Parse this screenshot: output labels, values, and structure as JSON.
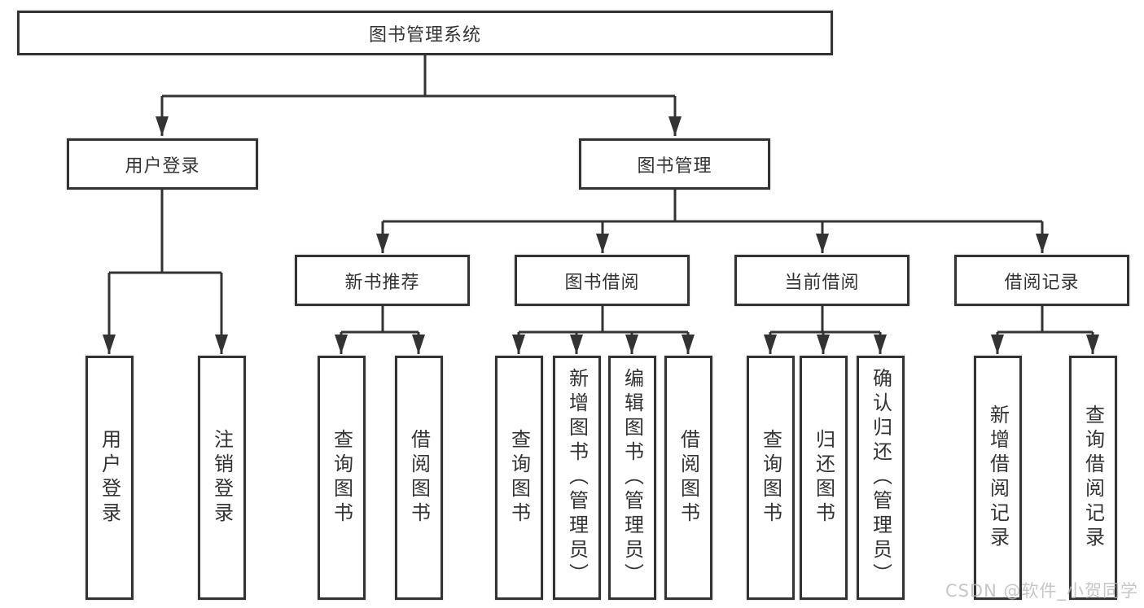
{
  "diagram": {
    "watermark": "CSDN @软件_小贺同学",
    "colors": {
      "line": "#333333",
      "box_border": "#333333",
      "text": "#333333",
      "watermark": "#b8b8b8",
      "background": "#ffffff"
    },
    "tree": {
      "label": "图书管理系统",
      "children": [
        {
          "label": "用户登录",
          "children": [
            {
              "label": "用户登录"
            },
            {
              "label": "注销登录"
            }
          ]
        },
        {
          "label": "图书管理",
          "children": [
            {
              "label": "新书推荐",
              "children": [
                {
                  "label": "查询图书"
                },
                {
                  "label": "借阅图书"
                }
              ]
            },
            {
              "label": "图书借阅",
              "children": [
                {
                  "label": "查询图书"
                },
                {
                  "label": "新增图书（管理员）"
                },
                {
                  "label": "编辑图书（管理员）"
                },
                {
                  "label": "借阅图书"
                }
              ]
            },
            {
              "label": "当前借阅",
              "children": [
                {
                  "label": "查询图书"
                },
                {
                  "label": "归还图书"
                },
                {
                  "label": "确认归还（管理员）"
                }
              ]
            },
            {
              "label": "借阅记录",
              "children": [
                {
                  "label": "新增借阅记录"
                },
                {
                  "label": "查询借阅记录"
                }
              ]
            }
          ]
        }
      ]
    }
  }
}
